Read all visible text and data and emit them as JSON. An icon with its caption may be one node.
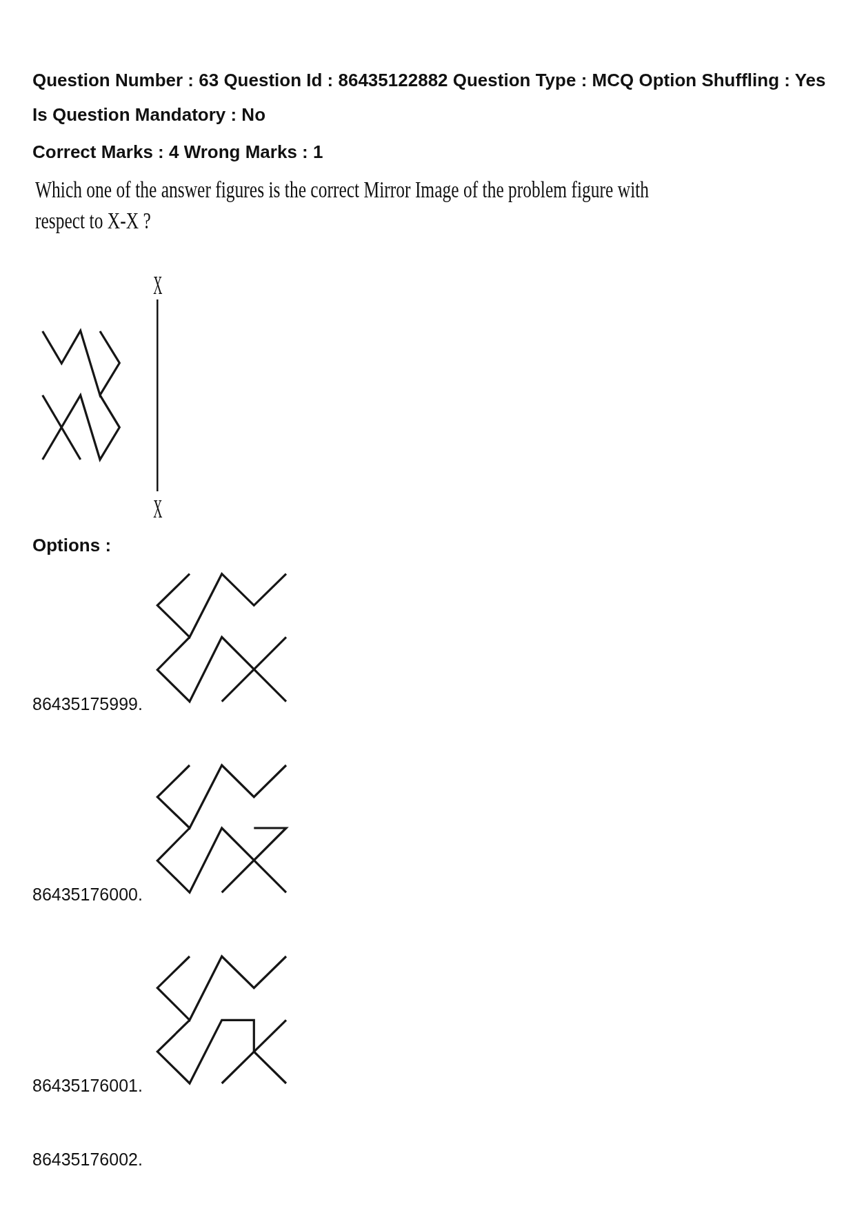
{
  "diagram": {
    "labels": [
      "Question Number : 63 Question Id : 86435122882 Question Type : MCQ Option Shuffling : Yes",
      "Is Question Mandatory : No",
      "Correct Marks : 4 Wrong Marks : 1",
      "Which one of the answer figures is the correct Mirror Image of the problem figure with respect to X-X ?",
      "X",
      "X",
      "Options :",
      "86435175999.",
      "86435176000.",
      "86435176001.",
      "86435176002."
    ]
  }
}
